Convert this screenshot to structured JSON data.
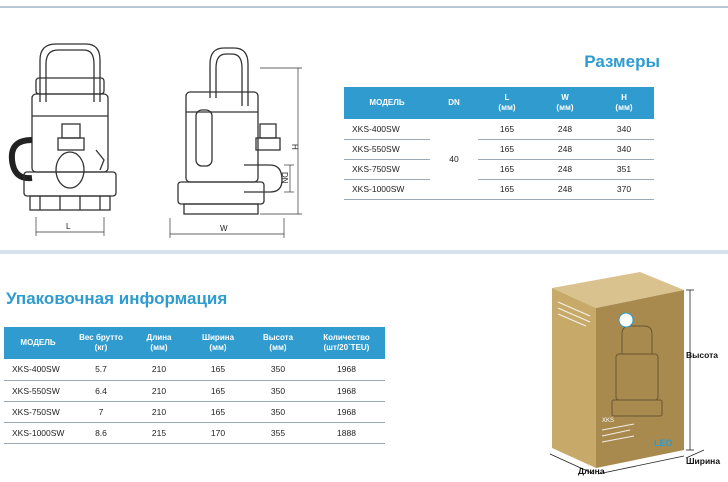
{
  "dimensions": {
    "title": "Размеры",
    "headers": {
      "model": "МОДЕЛЬ",
      "dn": "DN",
      "l": "L",
      "l_unit": "(мм)",
      "w": "W",
      "w_unit": "(мм)",
      "h": "H",
      "h_unit": "(мм)"
    },
    "dn_value": "40",
    "rows": [
      {
        "model": "XKS-400SW",
        "l": "165",
        "w": "248",
        "h": "340"
      },
      {
        "model": "XKS-550SW",
        "l": "165",
        "w": "248",
        "h": "340"
      },
      {
        "model": "XKS-750SW",
        "l": "165",
        "w": "248",
        "h": "351"
      },
      {
        "model": "XKS-1000SW",
        "l": "165",
        "w": "248",
        "h": "370"
      }
    ]
  },
  "drawing_labels": {
    "l": "L",
    "w": "W",
    "h": "H",
    "dn": "DN"
  },
  "packaging": {
    "title": "Упаковочная информация",
    "headers": {
      "model": "МОДЕЛЬ",
      "gross_weight": "Вес брутто",
      "gross_weight_unit": "(кг)",
      "length": "Длина",
      "length_unit": "(мм)",
      "width": "Ширина",
      "width_unit": "(мм)",
      "height": "Высота",
      "height_unit": "(мм)",
      "quantity": "Количество",
      "quantity_unit": "(шт/20`TEU)"
    },
    "rows": [
      {
        "model": "XKS-400SW",
        "weight": "5.7",
        "length": "210",
        "width": "165",
        "height": "350",
        "qty": "1968"
      },
      {
        "model": "XKS-550SW",
        "weight": "6.4",
        "length": "210",
        "width": "165",
        "height": "350",
        "qty": "1968"
      },
      {
        "model": "XKS-750SW",
        "weight": "7",
        "length": "210",
        "width": "165",
        "height": "350",
        "qty": "1968"
      },
      {
        "model": "XKS-1000SW",
        "weight": "8.6",
        "length": "215",
        "width": "170",
        "height": "355",
        "qty": "1888"
      }
    ]
  },
  "box": {
    "height_label": "Высота",
    "width_label": "Ширина",
    "length_label": "Длина",
    "model_text": "XKS",
    "brand_text": "LEO"
  },
  "colors": {
    "accent": "#2f9bcf",
    "box_top": "#d9c28e",
    "box_front": "#c7a96a",
    "box_side": "#a88a4f"
  }
}
